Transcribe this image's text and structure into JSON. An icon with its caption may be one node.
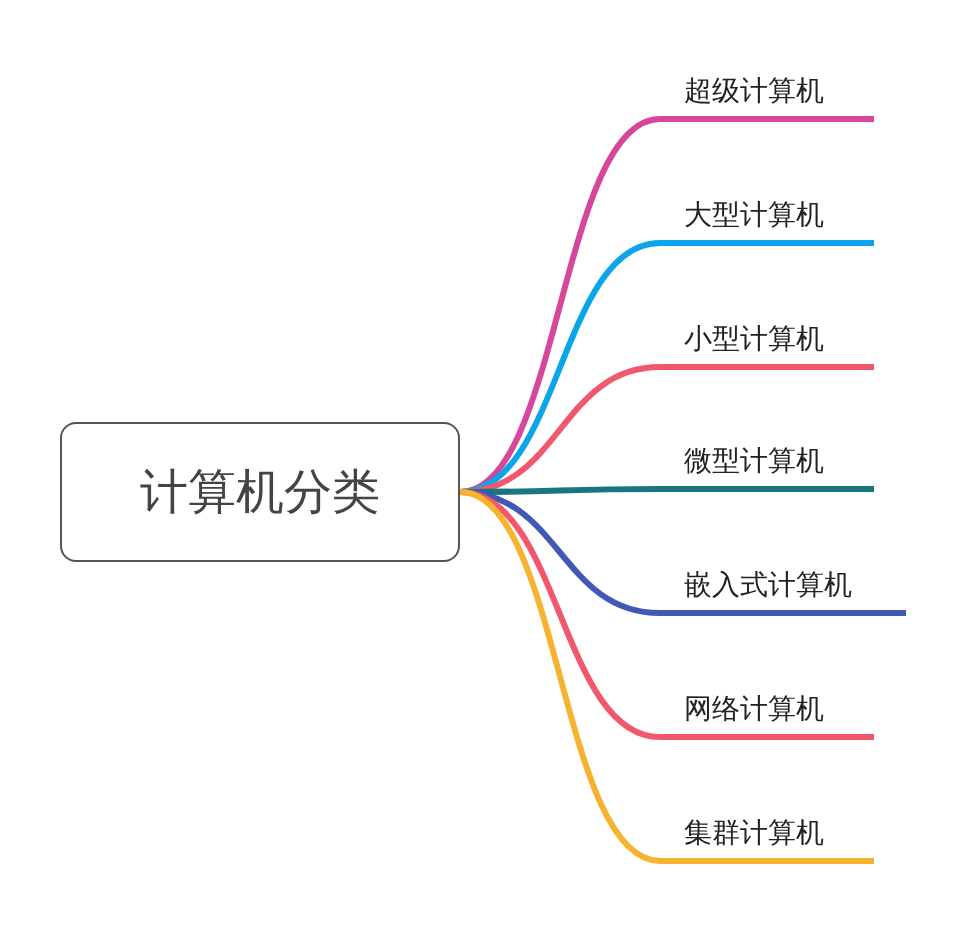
{
  "diagram": {
    "nodes": [
      {
        "text": [
          "计算机分类"
        ]
      },
      {
        "text": [
          "超级计算机"
        ]
      },
      {
        "text": [
          "大型计算机"
        ]
      },
      {
        "text": [
          "小型计算机"
        ]
      },
      {
        "text": [
          "微型计算机"
        ]
      },
      {
        "text": [
          "嵌入式计算机"
        ]
      },
      {
        "text": [
          "网络计算机"
        ]
      },
      {
        "text": [
          "集群计算机"
        ]
      }
    ],
    "edges": [
      {
        "from": 0,
        "to": 1,
        "arrow": "none",
        "color": "#d6479b"
      },
      {
        "from": 0,
        "to": 2,
        "arrow": "none",
        "color": "#0ba6e9"
      },
      {
        "from": 0,
        "to": 3,
        "arrow": "none",
        "color": "#f1586d"
      },
      {
        "from": 0,
        "to": 4,
        "arrow": "none",
        "color": "#17767e"
      },
      {
        "from": 0,
        "to": 5,
        "arrow": "none",
        "color": "#4258b6"
      },
      {
        "from": 0,
        "to": 6,
        "arrow": "none",
        "color": "#f1586d"
      },
      {
        "from": 0,
        "to": 7,
        "arrow": "none",
        "color": "#f6b330"
      }
    ]
  }
}
